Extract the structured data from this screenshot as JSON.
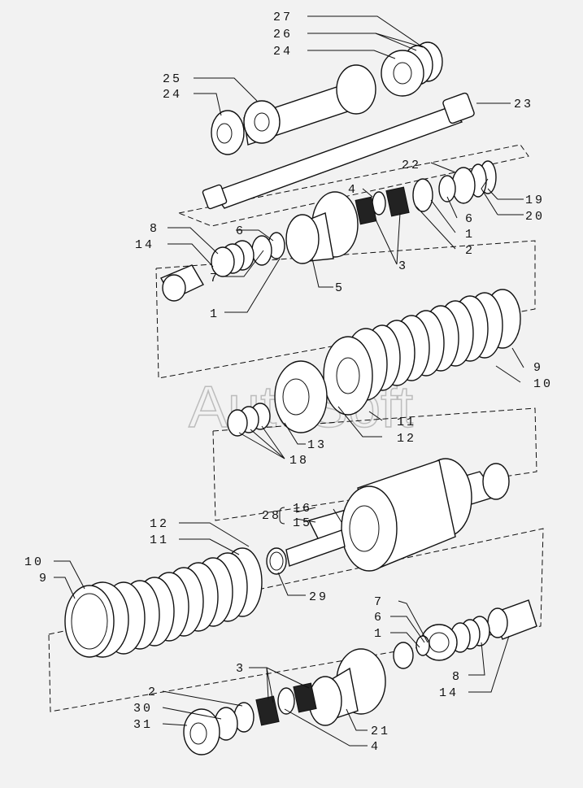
{
  "watermark": "AutoSoft",
  "labels": {
    "l27": "27",
    "l26": "26",
    "l24a": "24",
    "l25": "25",
    "l24b": "24",
    "l23": "23",
    "l22": "22",
    "l4a": "4",
    "l8a": "8",
    "l14a": "14",
    "l6a": "6",
    "l19": "19",
    "l6b": "6",
    "l20": "20",
    "l1a": "1",
    "l2a": "2",
    "l3a": "3",
    "l7a": "7",
    "l5": "5",
    "l1b": "1",
    "l9a": "9",
    "l10a": "10",
    "l11a": "11",
    "l12a": "12",
    "l13": "13",
    "l18": "18",
    "l28": "28",
    "l16": "16",
    "l15": "15",
    "l12b": "12",
    "l11b": "11",
    "l10b": "10",
    "l9b": "9",
    "l29": "29",
    "l7b": "7",
    "l6c": "6",
    "l1c": "1",
    "l8b": "8",
    "l14b": "14",
    "l3b": "3",
    "l2b": "2",
    "l30": "30",
    "l31": "31",
    "l21": "21",
    "l4b": "4"
  }
}
